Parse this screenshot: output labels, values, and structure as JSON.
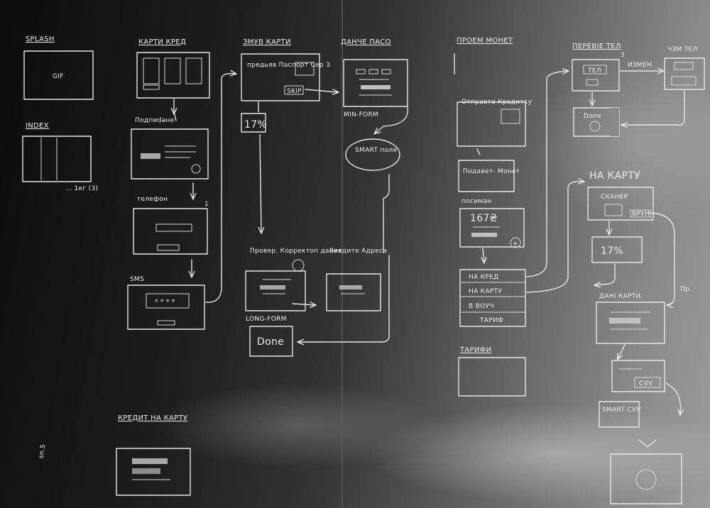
{
  "board": {
    "colors": {
      "chalk": "#ededed",
      "board_dark": "#0c0c0c",
      "board_light": "#9c9c9c"
    },
    "columns": [
      {
        "title": "SPLASH"
      },
      {
        "title": "INDEX"
      },
      {
        "title": "КАРТИ КРЕД"
      },
      {
        "title": "ЗМУВ КАРТИ"
      },
      {
        "title": "ДАНЧЕ ПАСО"
      },
      {
        "title": "ПРОЕМ МОНЕТ"
      },
      {
        "title": "ПЕРЕВІЕ ТЕЛ"
      },
      {
        "title": "НА КАРТУ"
      },
      {
        "title": "КРЕДИТ НА КАРТУ"
      },
      {
        "title": "ТАРИФИ"
      }
    ],
    "labels": {
      "splash_gif": "GIF",
      "index_more": "... 1кг (3)",
      "podpisanie": "Подпиdане",
      "telefon": "телефон",
      "sms": "SMS",
      "sms_code": "* * * *",
      "one": "1",
      "passport": "предьяв Паспорт Сер 3",
      "skip": "SKIP",
      "percent1": "17%",
      "min_form": "MIN-FORM",
      "smart_fields": "SMART поля",
      "prov_copy": "Провер. Корректоп даних",
      "order_addr": "Введите Адреса",
      "long_form": "LONG-FORM",
      "done1": "Done",
      "upload_cred": "Отправте Кредитку",
      "offer": "Подавет- Монет",
      "payment": "посиман",
      "amount": "167₴",
      "plus": "+",
      "na_kred": "НА КРЕД",
      "na_kartu": "НА КАРТУ",
      "v_book": "В ВОУЧ",
      "tarif": "ТАРИФ",
      "tel": "ТЕЛ",
      "three": "3",
      "izmen": "ИЗМЕН",
      "vsm_tel": "ЧЗМ ТЕЛ",
      "done2": "Done",
      "scan": "СКАНЕР",
      "vryn": "ВРУН",
      "percent2": "17%",
      "fio_karty": "ДАНІ КАРТИ",
      "pr": "Пр.",
      "cvv": "CVV",
      "smart_cvv": "SMART CVV",
      "sn": "sn.5"
    }
  }
}
